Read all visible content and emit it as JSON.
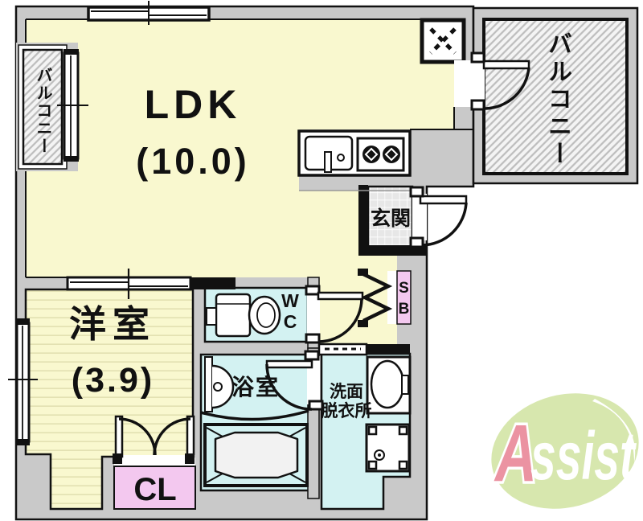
{
  "floorplan": {
    "rooms": {
      "ldk": {
        "name": "LDK",
        "size": "(10.0)"
      },
      "western_room": {
        "name": "洋室",
        "size": "(3.9)"
      },
      "toilet": {
        "line1": "W",
        "line2": "C"
      },
      "bathroom": {
        "name": "浴室"
      },
      "washroom": {
        "line1": "洗面",
        "line2": "脱衣所"
      },
      "entrance": {
        "name": "玄関"
      },
      "closet": {
        "name": "CL"
      },
      "shoe_box": {
        "line1": "S",
        "line2": "B"
      },
      "balcony_main": {
        "name": "バルコニー"
      },
      "balcony_side": {
        "name": "バルコニー"
      }
    },
    "colors": {
      "room_yellow": "#f9f8cf",
      "wet_area_cyan": "#d3f2f2",
      "storage_pink": "#f3c8ef",
      "wall_gray": "#c9c9c9",
      "tile_gray": "#e7e7e7"
    }
  },
  "logo": {
    "letter_a": "A",
    "letters_rest": "ssist",
    "leaf_green": "#d7e7ae",
    "accent_pink": "#eb93a2"
  }
}
